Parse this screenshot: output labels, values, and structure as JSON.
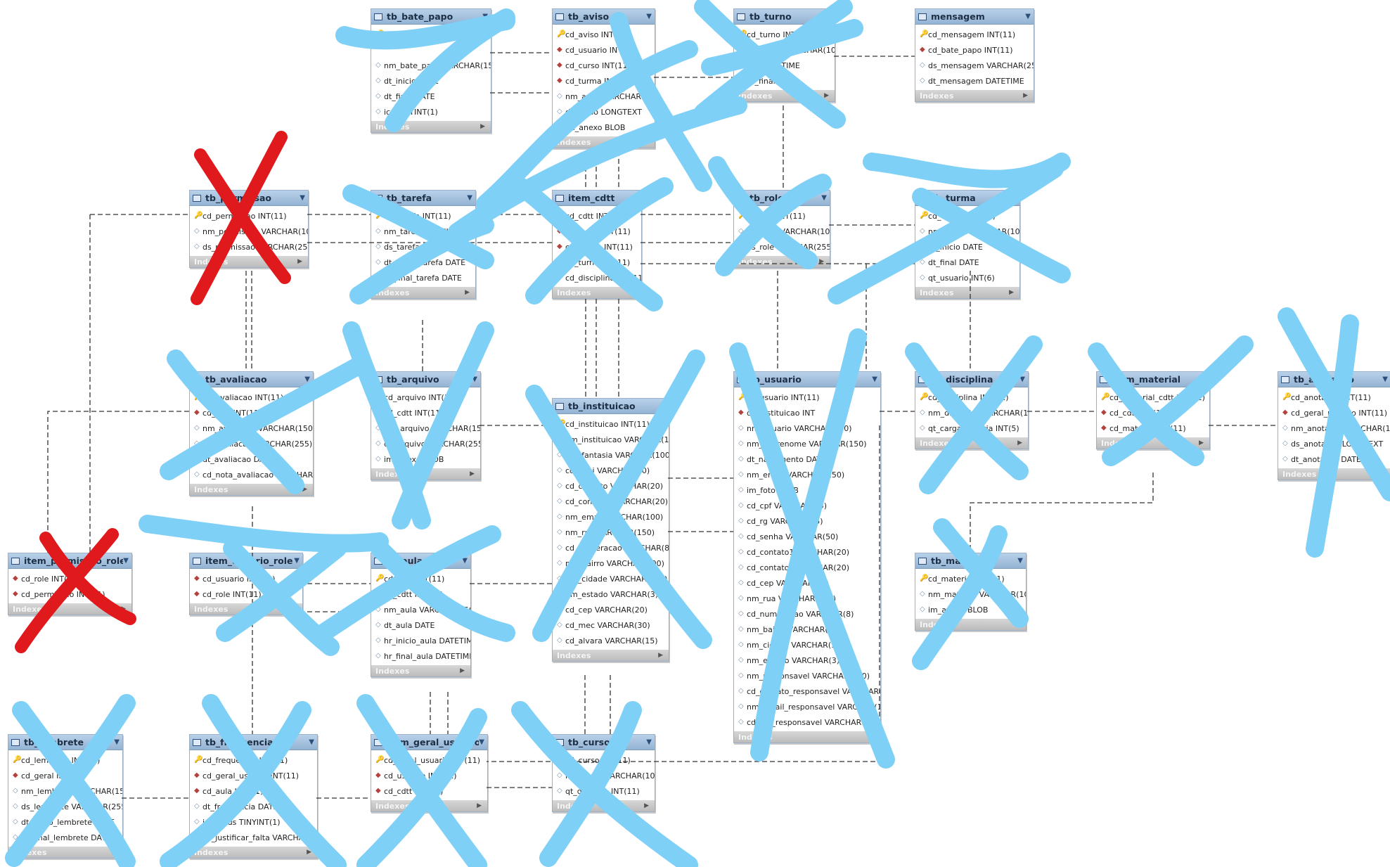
{
  "diagram": {
    "tables": [
      {
        "id": "tb_bate_papo",
        "title": "tb_bate_papo",
        "columns": [
          {
            "key": "pk",
            "text": "cd_bate_papo INT(11)"
          },
          {
            "key": "",
            "text": ""
          },
          {
            "key": "at",
            "text": "nm_bate_papo VARCHAR(150)"
          },
          {
            "key": "at",
            "text": "dt_inicio DATE"
          },
          {
            "key": "at",
            "text": "dt_final DATE"
          },
          {
            "key": "at",
            "text": "ic_ TINYINT(1)"
          }
        ]
      },
      {
        "id": "tb_aviso",
        "title": "tb_aviso",
        "columns": [
          {
            "key": "pk",
            "text": "cd_aviso INT(11)"
          },
          {
            "key": "fk",
            "text": "cd_usuario INT(11)"
          },
          {
            "key": "fk",
            "text": "cd_curso INT(11)"
          },
          {
            "key": "fk",
            "text": "cd_turma INT(11)"
          },
          {
            "key": "at",
            "text": "nm_aviso VARCHAR(100)"
          },
          {
            "key": "at",
            "text": "ds_aviso LONGTEXT"
          },
          {
            "key": "at",
            "text": "im_anexo BLOB"
          }
        ]
      },
      {
        "id": "tb_turno",
        "title": "tb_turno",
        "columns": [
          {
            "key": "pk",
            "text": "cd_turno INT(11)"
          },
          {
            "key": "at",
            "text": "nm_turno VARCHAR(100)"
          },
          {
            "key": "at",
            "text": "hr_inicio TIME"
          },
          {
            "key": "at",
            "text": "hr_final TIME"
          }
        ]
      },
      {
        "id": "mensagem",
        "title": "mensagem",
        "columns": [
          {
            "key": "pk",
            "text": "cd_mensagem INT(11)"
          },
          {
            "key": "fk",
            "text": "cd_bate_papo INT(11)"
          },
          {
            "key": "at",
            "text": "ds_mensagem VARCHAR(255)"
          },
          {
            "key": "at",
            "text": "dt_mensagem DATETIME"
          }
        ]
      },
      {
        "id": "tb_permissao",
        "title": "tb_permissao",
        "columns": [
          {
            "key": "pk",
            "text": "cd_permissao INT(11)"
          },
          {
            "key": "at",
            "text": "nm_permissao VARCHAR(100)"
          },
          {
            "key": "at",
            "text": "ds_permissao VARCHAR(255)"
          }
        ]
      },
      {
        "id": "tb_tarefa",
        "title": "tb_tarefa",
        "columns": [
          {
            "key": "pk",
            "text": "cd_tarefa INT(11)"
          },
          {
            "key": "at",
            "text": "nm_tarefa VARCHAR(100)"
          },
          {
            "key": "at",
            "text": "ds_tarefa LONGTEXT"
          },
          {
            "key": "at",
            "text": "dt_inicio_tarefa DATE"
          },
          {
            "key": "at",
            "text": "dt_final_tarefa DATE"
          }
        ]
      },
      {
        "id": "item_cdtt",
        "title": "item_cdtt",
        "columns": [
          {
            "key": "pk",
            "text": "cd_cdtt INT(11)"
          },
          {
            "key": "fk",
            "text": "cd_curso INT(11)"
          },
          {
            "key": "fk",
            "text": "cd_turma INT(11)"
          },
          {
            "key": "fk",
            "text": "cd_turno INT(11)"
          },
          {
            "key": "fk",
            "text": "cd_disciplina INT(11)"
          }
        ]
      },
      {
        "id": "tb_role",
        "title": "tb_role",
        "columns": [
          {
            "key": "pk",
            "text": "cd_role INT(11)"
          },
          {
            "key": "at",
            "text": "nm_role VARCHAR(100)"
          },
          {
            "key": "at",
            "text": "ds_role VARCHAR(255)"
          }
        ]
      },
      {
        "id": "tb_turma",
        "title": "tb_turma",
        "columns": [
          {
            "key": "pk",
            "text": "cd_turma INT(11)"
          },
          {
            "key": "at",
            "text": "nm_turma VARCHAR(100)"
          },
          {
            "key": "at",
            "text": "dt_inicio DATE"
          },
          {
            "key": "at",
            "text": "dt_final DATE"
          },
          {
            "key": "at",
            "text": "qt_usuario INT(6)"
          }
        ]
      },
      {
        "id": "tb_avaliacao",
        "title": "tb_avaliacao",
        "columns": [
          {
            "key": "pk",
            "text": "cd_avaliacao INT(11)"
          },
          {
            "key": "fk",
            "text": "cd_cdtt INT(11)"
          },
          {
            "key": "at",
            "text": "nm_avaliacao VARCHAR(150)"
          },
          {
            "key": "at",
            "text": "ds_avaliacao VARCHAR(255)"
          },
          {
            "key": "at",
            "text": "dt_avaliacao DATE"
          },
          {
            "key": "at",
            "text": "cd_nota_avaliacao VARCHAR(5)"
          }
        ]
      },
      {
        "id": "tb_arquivo",
        "title": "tb_arquivo",
        "columns": [
          {
            "key": "pk",
            "text": "cd_arquivo INT(11)"
          },
          {
            "key": "fk",
            "text": "cd_cdtt INT(11)"
          },
          {
            "key": "at",
            "text": "nm_arquivo VARCHAR(150)"
          },
          {
            "key": "at",
            "text": "ds_arquivo VARCHAR(255)"
          },
          {
            "key": "at",
            "text": "im_anexo BLOB"
          }
        ]
      },
      {
        "id": "tb_instituicao",
        "title": "tb_instituicao",
        "columns": [
          {
            "key": "pk",
            "text": "cd_instituicao INT(11)"
          },
          {
            "key": "at",
            "text": "nm_instituicao VARCHAR(100)"
          },
          {
            "key": "at",
            "text": "nm_fantasia VARCHAR(100)"
          },
          {
            "key": "at",
            "text": "cd_cnpj VARCHAR(20)"
          },
          {
            "key": "at",
            "text": "cd_contato VARCHAR(20)"
          },
          {
            "key": "at",
            "text": "cd_contato2 VARCHAR(20)"
          },
          {
            "key": "at",
            "text": "nm_email VARCHAR(100)"
          },
          {
            "key": "at",
            "text": "nm_rua VARCHAR(150)"
          },
          {
            "key": "at",
            "text": "cd_numeracao VARCHAR(8)"
          },
          {
            "key": "at",
            "text": "nm_bairro VARCHAR(100)"
          },
          {
            "key": "at",
            "text": "nm_cidade VARCHAR(100)"
          },
          {
            "key": "at",
            "text": "nm_estado VARCHAR(3)"
          },
          {
            "key": "at",
            "text": "cd_cep VARCHAR(20)"
          },
          {
            "key": "at",
            "text": "cd_mec VARCHAR(30)"
          },
          {
            "key": "at",
            "text": "cd_alvara VARCHAR(15)"
          }
        ]
      },
      {
        "id": "tb_usuario",
        "title": "tb_usuario",
        "columns": [
          {
            "key": "pk",
            "text": "cd_usuario INT(11)"
          },
          {
            "key": "fk",
            "text": "cd_instituicao INT"
          },
          {
            "key": "at",
            "text": "nm_usuario VARCHAR(100)"
          },
          {
            "key": "at",
            "text": "nm_sobrenome VARCHAR(150)"
          },
          {
            "key": "at",
            "text": "dt_nascimento DATE"
          },
          {
            "key": "at",
            "text": "nm_email VARCHAR(150)"
          },
          {
            "key": "at",
            "text": "im_foto BLOB"
          },
          {
            "key": "at",
            "text": "cd_cpf VARCHAR(15)"
          },
          {
            "key": "at",
            "text": "cd_rg VARCHAR(15)"
          },
          {
            "key": "at",
            "text": "cd_senha VARCHAR(50)"
          },
          {
            "key": "at",
            "text": "cd_contato1 VARCHAR(20)"
          },
          {
            "key": "at",
            "text": "cd_contato2 VARCHAR(20)"
          },
          {
            "key": "at",
            "text": "cd_cep VARCHAR(20)"
          },
          {
            "key": "at",
            "text": "nm_rua VARCHAR(150)"
          },
          {
            "key": "at",
            "text": "cd_numeracao VARCHAR(8)"
          },
          {
            "key": "at",
            "text": "nm_bairro VARCHAR(100)"
          },
          {
            "key": "at",
            "text": "nm_cidade VARCHAR(100)"
          },
          {
            "key": "at",
            "text": "nm_estado VARCHAR(3)"
          },
          {
            "key": "at",
            "text": "nm_responsavel VARCHAR(100)"
          },
          {
            "key": "at",
            "text": "cd_contato_responsavel VARCHAR(20)"
          },
          {
            "key": "at",
            "text": "nm_email_responsavel VARCHAR(150)"
          },
          {
            "key": "at",
            "text": "cd_cpf_responsavel VARCHAR(20)"
          }
        ]
      },
      {
        "id": "tb_disciplina",
        "title": "tb_disciplina",
        "columns": [
          {
            "key": "pk",
            "text": "cd_disciplina INT(11)"
          },
          {
            "key": "at",
            "text": "nm_disciplina VARCHAR(150)"
          },
          {
            "key": "at",
            "text": "qt_carga_horaria INT(5)"
          }
        ]
      },
      {
        "id": "item_material",
        "title": "item_material",
        "columns": [
          {
            "key": "pk",
            "text": "cd_material_cdtt INT(11)"
          },
          {
            "key": "fk",
            "text": "cd_cdtt INT(11)"
          },
          {
            "key": "fk",
            "text": "cd_material INT(11)"
          }
        ]
      },
      {
        "id": "tb_anotacao",
        "title": "tb_anotacao",
        "columns": [
          {
            "key": "pk",
            "text": "cd_anotacao INT(11)"
          },
          {
            "key": "fk",
            "text": "cd_geral_usuario INT(11)"
          },
          {
            "key": "at",
            "text": "nm_anotacao VARCHAR(150)"
          },
          {
            "key": "at",
            "text": "ds_anotacao LONGTEXT"
          },
          {
            "key": "at",
            "text": "dt_anotacao DATE"
          }
        ]
      },
      {
        "id": "item_permissao_role",
        "title": "item_permissao_role",
        "columns": [
          {
            "key": "fk",
            "text": "cd_role INT(11)"
          },
          {
            "key": "fk",
            "text": "cd_permissao INT(11)"
          }
        ]
      },
      {
        "id": "item_usuario_role",
        "title": "item_usuario_role",
        "columns": [
          {
            "key": "fk",
            "text": "cd_usuario INT(11)"
          },
          {
            "key": "fk",
            "text": "cd_role INT(11)"
          }
        ]
      },
      {
        "id": "tb_aula",
        "title": "tb_aula",
        "columns": [
          {
            "key": "pk",
            "text": "cd_aula INT(11)"
          },
          {
            "key": "fk",
            "text": "cd_cdtt INT(11)"
          },
          {
            "key": "at",
            "text": "nm_aula VARCHAR(150)"
          },
          {
            "key": "at",
            "text": "dt_aula DATE"
          },
          {
            "key": "at",
            "text": "hr_inicio_aula DATETIME"
          },
          {
            "key": "at",
            "text": "hr_final_aula DATETIME"
          }
        ]
      },
      {
        "id": "tb_material",
        "title": "tb_material",
        "columns": [
          {
            "key": "pk",
            "text": "cd_material INT(11)"
          },
          {
            "key": "at",
            "text": "nm_material VARCHAR(100)"
          },
          {
            "key": "at",
            "text": "im_anexo BLOB"
          }
        ]
      },
      {
        "id": "tb_lembrete",
        "title": "tb_lembrete",
        "columns": [
          {
            "key": "pk",
            "text": "cd_lembrete INT(11)"
          },
          {
            "key": "fk",
            "text": "cd_geral INT(11)"
          },
          {
            "key": "at",
            "text": "nm_lembrete VARCHAR(150)"
          },
          {
            "key": "at",
            "text": "ds_lembrete VARCHAR(255)"
          },
          {
            "key": "at",
            "text": "dt_inicio_lembrete DATE"
          },
          {
            "key": "at",
            "text": "dt_final_lembrete DATE"
          }
        ]
      },
      {
        "id": "tb_frequencia",
        "title": "tb_frequencia",
        "columns": [
          {
            "key": "pk",
            "text": "cd_frequencia INT(11)"
          },
          {
            "key": "fk",
            "text": "cd_geral_usuario INT(11)"
          },
          {
            "key": "fk",
            "text": "cd_aula INT(11)"
          },
          {
            "key": "at",
            "text": "dt_frequencia DATE"
          },
          {
            "key": "at",
            "text": "ic_status TINYINT(1)"
          },
          {
            "key": "at",
            "text": "ds_justificar_falta VARCHAR(255)"
          }
        ]
      },
      {
        "id": "item_geral_usuario",
        "title": "item_geral_usuario",
        "columns": [
          {
            "key": "pk",
            "text": "cd_geral_usuario INT(11)"
          },
          {
            "key": "fk",
            "text": "cd_usuario INT(11)"
          },
          {
            "key": "fk",
            "text": "cd_cdtt INT(11)"
          }
        ]
      },
      {
        "id": "tb_curso",
        "title": "tb_curso",
        "columns": [
          {
            "key": "pk",
            "text": "cd_curso INT(11)"
          },
          {
            "key": "at",
            "text": "nm_curso VARCHAR(100)"
          },
          {
            "key": "at",
            "text": "qt_duracao INT(11)"
          }
        ]
      }
    ],
    "indexes_label": "Indexes",
    "key_icons": {
      "pk": "primary-key-icon",
      "fk": "foreign-key-icon",
      "at": "attribute-icon"
    },
    "colors": {
      "header": "#a7c3df",
      "scribble_blue": "#7fd0f7",
      "scribble_red": "#e0191d",
      "line": "#333333"
    }
  }
}
